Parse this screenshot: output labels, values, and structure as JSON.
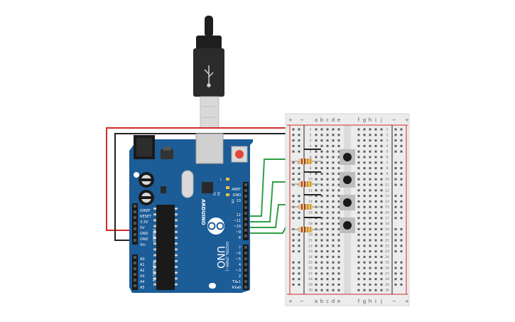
{
  "board": {
    "model": "UNO",
    "brand": "ARDUINO",
    "on_label": "ON",
    "tx_label": "TX",
    "rx_label": "RX",
    "l_label": "L",
    "analog_header_label": "ANALOG IN",
    "power_header_label": "POWER",
    "digital_header_label": "DIGITAL (PWM~)",
    "power_pins": [
      "IOREF",
      "RESET",
      "3.3V",
      "5V",
      "GND",
      "GND",
      "Vin"
    ],
    "analog_pins": [
      "A0",
      "A1",
      "A2",
      "A3",
      "A4",
      "A5"
    ],
    "digital_pins_top": [
      "AREF",
      "GND",
      "13",
      "12",
      "~11",
      "~10",
      "~9",
      "8"
    ],
    "digital_pins_bottom": [
      "7",
      "~6",
      "~5",
      "4",
      "~3",
      "2",
      "TX▸1",
      "RX◂0"
    ]
  },
  "breadboard": {
    "columns_left": [
      "a",
      "b",
      "c",
      "d",
      "e"
    ],
    "columns_right": [
      "f",
      "g",
      "h",
      "i",
      "j"
    ],
    "plus_label": "+",
    "minus_label": "−",
    "row_count": 30
  },
  "wire_colors": {
    "power": "#d22b2b",
    "ground": "#222222",
    "signal": "#2ea043",
    "usb_cable": "#1e1e1e",
    "board": "#1c5c97"
  }
}
